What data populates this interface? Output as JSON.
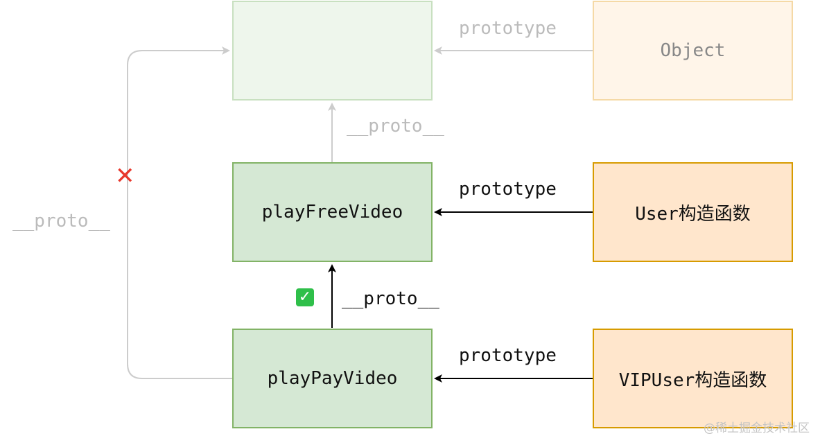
{
  "nodes": {
    "top_prototype_box": "",
    "object_box": "Object",
    "play_free_video": "playFreeVideo",
    "user_constructor": "User构造函数",
    "play_pay_video": "playPayVideo",
    "vip_user_constructor": "VIPUser构造函数"
  },
  "edge_labels": {
    "object_prototype": "prototype",
    "free_proto": "__proto__",
    "user_prototype": "prototype",
    "skip_proto": "__proto__",
    "pay_proto": "__proto__",
    "vip_prototype": "prototype"
  },
  "marks": {
    "invalid_path": "✕",
    "valid_path": "✓"
  },
  "colors": {
    "green_fill": "#d5e8d4",
    "green_stroke": "#82b366",
    "orange_fill": "#ffe6cc",
    "orange_stroke": "#d79b00",
    "faded_edge": "#cccccc",
    "edge": "#000000",
    "cross": "#e8372c",
    "check": "#2fbf4a"
  },
  "watermark": "@稀土掘金技术社区"
}
